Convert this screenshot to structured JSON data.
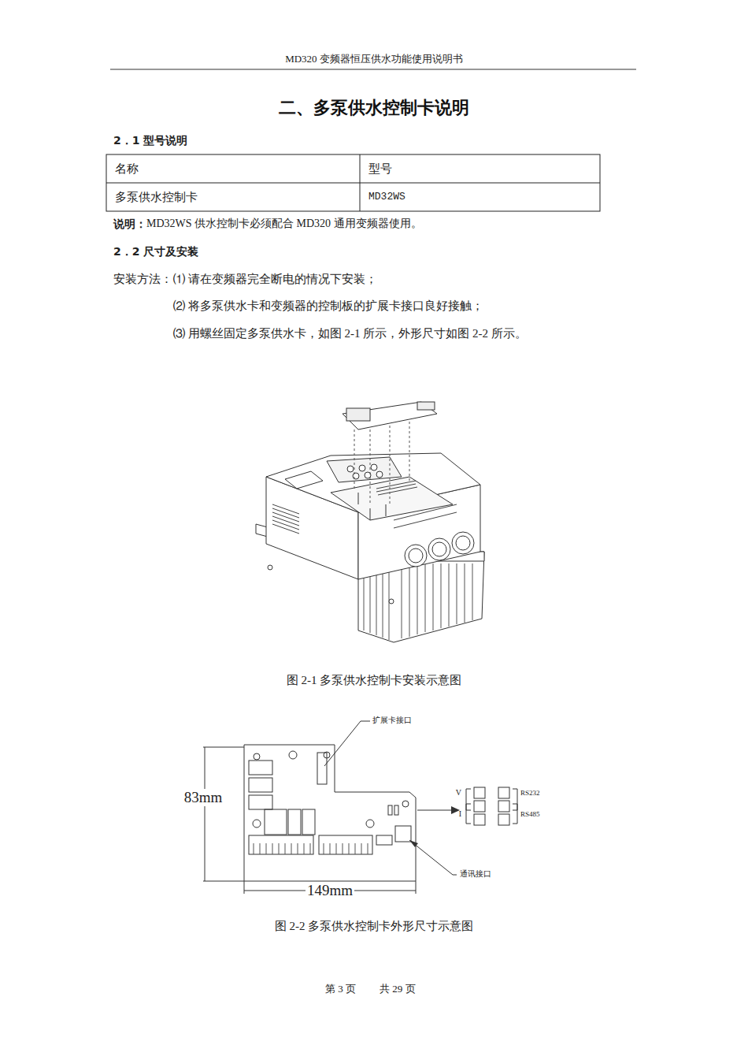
{
  "diagram": {
    "title": "二、多泵供水控制卡说明",
    "labels": [
      "MD320 变频器恒压供水功能使用说明书",
      "2．1 型号说明",
      "名称",
      "型号",
      "多泵供水控制卡",
      "MD32WS",
      "说明：",
      "MD32WS 供水控制卡必须配合 MD320 通用变频器使用。",
      "2．2 尺寸及安装",
      "安装方法：",
      "⑴ 请在变频器完全断电的情况下安装；",
      "⑵ 将多泵供水卡和变频器的控制板的扩展卡接口良好接触；",
      "⑶ 用螺丝固定多泵供水卡，如图 2-1 所示，外形尺寸如图 2-2 所示。",
      "图 2-1 多泵供水控制卡安装示意图",
      "扩展卡接口",
      "83mm",
      "V",
      "RS232",
      "I",
      "RS485",
      "149mm",
      "通讯接口",
      "图 2-2 多泵供水控制卡外形尺寸示意图",
      "第 3 页",
      "共 29 页"
    ]
  }
}
